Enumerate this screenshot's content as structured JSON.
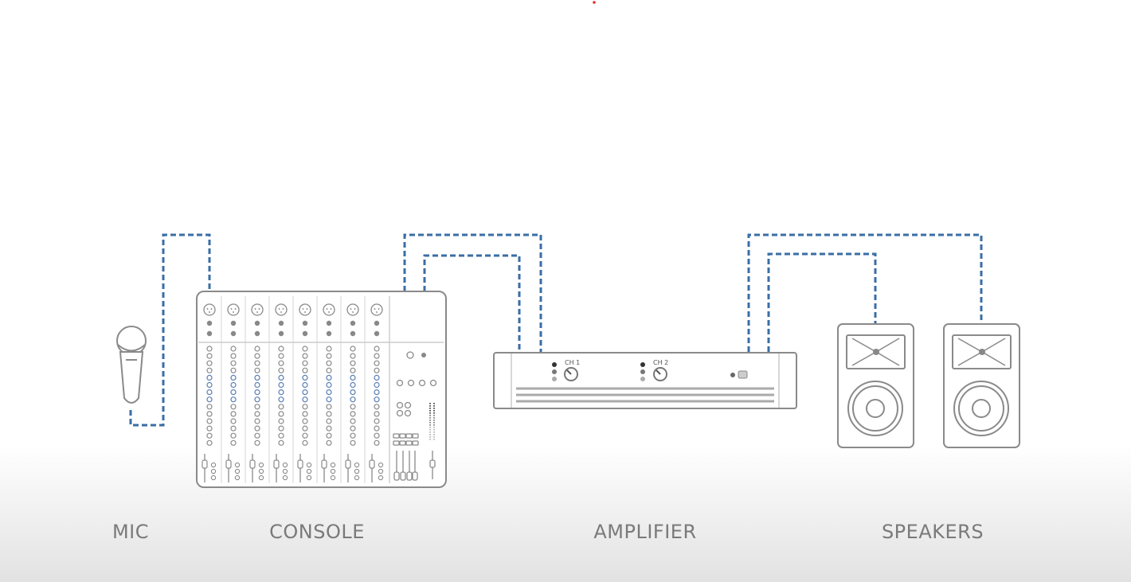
{
  "labels": {
    "mic": "MIC",
    "console": "CONSOLE",
    "amplifier": "AMPLIFIER",
    "speakers": "SPEAKERS"
  },
  "amplifier": {
    "channel_1": "CH 1",
    "channel_2": "CH 2"
  },
  "colors": {
    "cable": "#3a6ea5",
    "outline": "#8a8a8a",
    "label_text": "#7a7a7a"
  },
  "icons": [
    "microphone-icon",
    "mixing-console-icon",
    "amplifier-icon",
    "speaker-icon"
  ]
}
